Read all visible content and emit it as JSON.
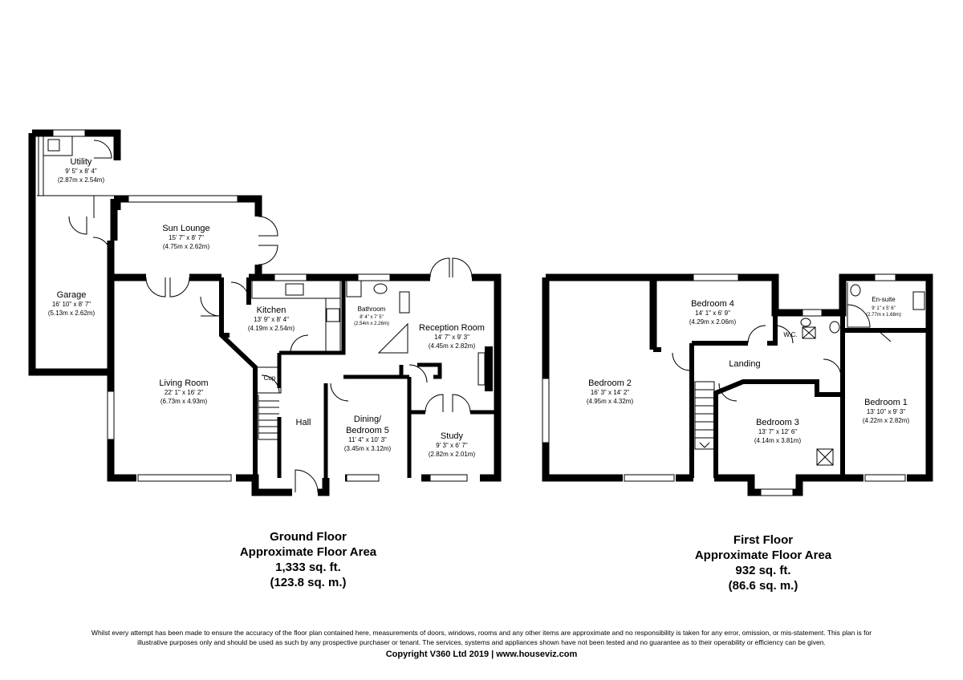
{
  "ground_floor": {
    "rooms": {
      "utility": {
        "name": "Utility",
        "imperial": "9' 5\" x 8' 4\"",
        "metric": "(2.87m x 2.54m)"
      },
      "sun_lounge": {
        "name": "Sun Lounge",
        "imperial": "15' 7\" x 8' 7\"",
        "metric": "(4.75m x 2.62m)"
      },
      "garage": {
        "name": "Garage",
        "imperial": "16' 10\" x 8' 7\"",
        "metric": "(5.13m x 2.62m)"
      },
      "kitchen": {
        "name": "Kitchen",
        "imperial": "13' 9\" x 8' 4\"",
        "metric": "(4.19m x 2.54m)"
      },
      "bathroom": {
        "name": "Bathroom",
        "imperial": "8' 4\" x 7' 5\"",
        "metric": "(2.54m x 2.26m)"
      },
      "reception": {
        "name": "Reception Room",
        "imperial": "14' 7\" x 9' 3\"",
        "metric": "(4.45m x 2.82m)"
      },
      "living": {
        "name": "Living Room",
        "imperial": "22' 1\" x 16' 2\"",
        "metric": "(6.73m x 4.93m)"
      },
      "cup": {
        "name": "Cup"
      },
      "hall": {
        "name": "Hall"
      },
      "dining": {
        "name_line1": "Dining/",
        "name_line2": "Bedroom 5",
        "imperial": "11' 4\" x 10' 3\"",
        "metric": "(3.45m x 3.12m)"
      },
      "study": {
        "name": "Study",
        "imperial": "9' 3\" x 6' 7\"",
        "metric": "(2.82m x 2.01m)"
      }
    },
    "summary": {
      "title": "Ground Floor",
      "subtitle": "Approximate Floor Area",
      "sqft": "1,333 sq. ft.",
      "sqm": "(123.8 sq. m.)"
    }
  },
  "first_floor": {
    "rooms": {
      "bedroom4": {
        "name": "Bedroom 4",
        "imperial": "14' 1\" x 6' 9\"",
        "metric": "(4.29m x 2.06m)"
      },
      "ensuite": {
        "name": "En-suite",
        "imperial": "9' 1\" x 5' 6\"",
        "metric": "(2.77m x 1.68m)"
      },
      "wc": {
        "name": "W.C."
      },
      "landing": {
        "name": "Landing"
      },
      "bedroom2": {
        "name": "Bedroom 2",
        "imperial": "16' 3\" x 14' 2\"",
        "metric": "(4.95m x 4.32m)"
      },
      "bedroom1": {
        "name": "Bedroom 1",
        "imperial": "13' 10\" x 9' 3\"",
        "metric": "(4.22m x 2.82m)"
      },
      "bedroom3": {
        "name": "Bedroom 3",
        "imperial": "13' 7\" x 12' 6\"",
        "metric": "(4.14m x 3.81m)"
      }
    },
    "summary": {
      "title": "First Floor",
      "subtitle": "Approximate Floor Area",
      "sqft": "932 sq. ft.",
      "sqm": "(86.6 sq. m.)"
    }
  },
  "footer": {
    "disclaimer_line1": "Whilst every attempt has been made to ensure the accuracy of the floor plan contained here, measurements of doors, windows, rooms and any other items are approximate and no responsibility is taken for any error, omission, or mis-statement. This plan is for",
    "disclaimer_line2": "illustrative purposes only and should be used as such by any prospective purchaser or tenant. The services, systems and appliances shown have not been tested and no guarantee as to their operability or efficiency can be given.",
    "copyright": "Copyright V360 Ltd 2019 | www.houseviz.com"
  }
}
